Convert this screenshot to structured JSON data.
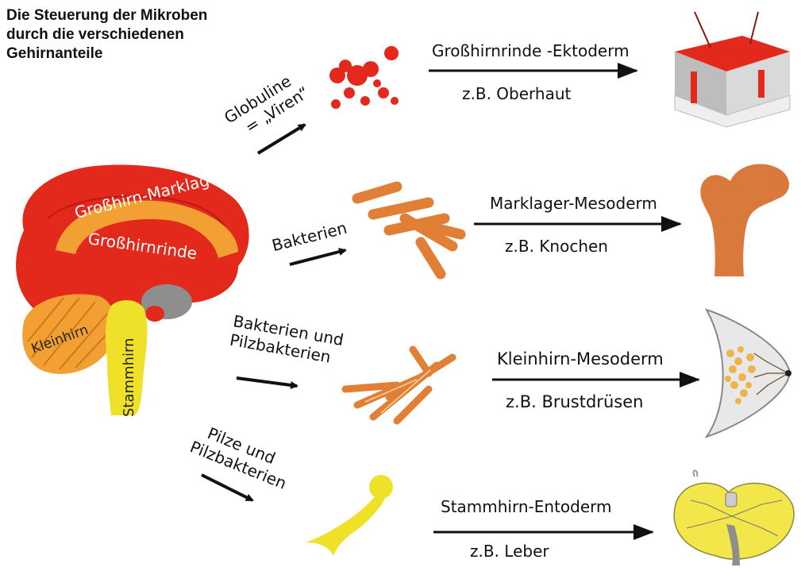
{
  "title": {
    "line1": "Die Steuerung der Mikroben",
    "line2": "durch die verschiedenen",
    "line3": "Gehirnanteile"
  },
  "brain": {
    "marklager": "Großhirn-Marklager",
    "rinde": "Großhirnrinde",
    "kleinhirn": "Kleinhirn",
    "stammhirn": "Stammhirn"
  },
  "microbes": {
    "globuline_line1": "Globuline",
    "globuline_line2": "= „Viren“",
    "bakterien": "Bakterien",
    "bakterien_pilz_line1": "Bakterien und",
    "bakterien_pilz_line2": "Pilzbakterien",
    "pilze_line1": "Pilze und",
    "pilze_line2": "Pilzbakterien"
  },
  "rows": [
    {
      "germ_layer": "Großhirnrinde -Ektoderm",
      "example": "z.B. Oberhaut"
    },
    {
      "germ_layer": "Marklager-Mesoderm",
      "example": "z.B. Knochen"
    },
    {
      "germ_layer": "Kleinhirn-Mesoderm",
      "example": "z.B. Brustdrüsen"
    },
    {
      "germ_layer": "Stammhirn-Entoderm",
      "example": "z.B. Leber"
    }
  ],
  "colors": {
    "cortex_red": "#e3291b",
    "marklager_orange": "#f2a033",
    "stem_yellow": "#efe12a",
    "bacteria_orange": "#e07f35",
    "bone_orange": "#d9793c",
    "liver_yellow": "#f3e64a"
  }
}
